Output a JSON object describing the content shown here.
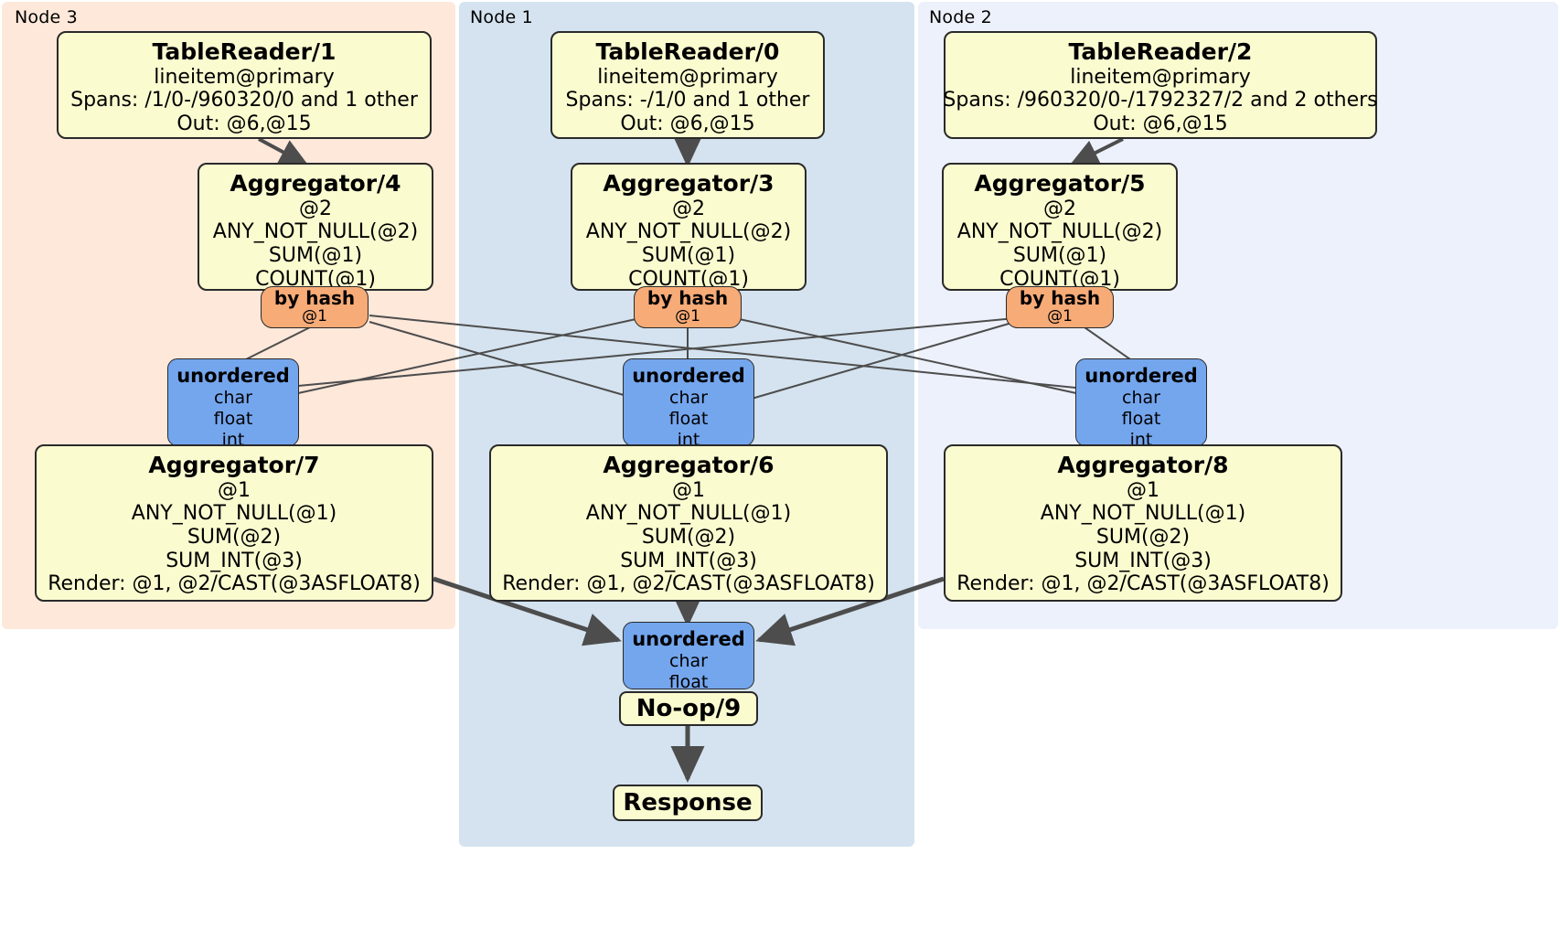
{
  "diagram": {
    "type": "distributed-query-plan",
    "colors": {
      "node3_bg": "#fde8da",
      "node1_bg": "#d4e3ef",
      "node2_bg": "#edf1fb",
      "processor_fill": "#fbfbd0",
      "router_fill": "#f7ab77",
      "synchronizer_fill": "#74a6ee",
      "border": "#2a2a2a",
      "edge": "#4d4d4d"
    }
  },
  "regions": [
    {
      "id": "node3",
      "label": "Node 3"
    },
    {
      "id": "node1",
      "label": "Node 1"
    },
    {
      "id": "node2",
      "label": "Node 2"
    }
  ],
  "processors": {
    "table_reader_1": {
      "title": "TableReader/1",
      "lines": [
        "lineitem@primary",
        "Spans: /1/0-/960320/0 and 1 other",
        "Out: @6,@15"
      ]
    },
    "table_reader_0": {
      "title": "TableReader/0",
      "lines": [
        "lineitem@primary",
        "Spans: -/1/0 and 1 other",
        "Out: @6,@15"
      ]
    },
    "table_reader_2": {
      "title": "TableReader/2",
      "lines": [
        "lineitem@primary",
        "Spans: /960320/0-/1792327/2 and 2 others",
        "Out: @6,@15"
      ]
    },
    "aggregator_4": {
      "title": "Aggregator/4",
      "lines": [
        "@2",
        "ANY_NOT_NULL(@2)",
        "SUM(@1)",
        "COUNT(@1)"
      ]
    },
    "aggregator_3": {
      "title": "Aggregator/3",
      "lines": [
        "@2",
        "ANY_NOT_NULL(@2)",
        "SUM(@1)",
        "COUNT(@1)"
      ]
    },
    "aggregator_5": {
      "title": "Aggregator/5",
      "lines": [
        "@2",
        "ANY_NOT_NULL(@2)",
        "SUM(@1)",
        "COUNT(@1)"
      ]
    },
    "aggregator_7": {
      "title": "Aggregator/7",
      "lines": [
        "@1",
        "ANY_NOT_NULL(@1)",
        "SUM(@2)",
        "SUM_INT(@3)",
        "Render: @1, @2/CAST(@3ASFLOAT8)"
      ]
    },
    "aggregator_6": {
      "title": "Aggregator/6",
      "lines": [
        "@1",
        "ANY_NOT_NULL(@1)",
        "SUM(@2)",
        "SUM_INT(@3)",
        "Render: @1, @2/CAST(@3ASFLOAT8)"
      ]
    },
    "aggregator_8": {
      "title": "Aggregator/8",
      "lines": [
        "@1",
        "ANY_NOT_NULL(@1)",
        "SUM(@2)",
        "SUM_INT(@3)",
        "Render: @1, @2/CAST(@3ASFLOAT8)"
      ]
    },
    "noop_9": {
      "title": "No-op/9"
    },
    "response": {
      "title": "Response"
    }
  },
  "routers": {
    "by_hash_left": {
      "title": "by hash",
      "line": "@1"
    },
    "by_hash_center": {
      "title": "by hash",
      "line": "@1"
    },
    "by_hash_right": {
      "title": "by hash",
      "line": "@1"
    }
  },
  "synchronizers": {
    "unordered_left": {
      "title": "unordered",
      "lines": [
        "char",
        "float",
        "int"
      ]
    },
    "unordered_center": {
      "title": "unordered",
      "lines": [
        "char",
        "float",
        "int"
      ]
    },
    "unordered_right": {
      "title": "unordered",
      "lines": [
        "char",
        "float",
        "int"
      ]
    },
    "unordered_final": {
      "title": "unordered",
      "lines": [
        "char",
        "float"
      ]
    }
  }
}
